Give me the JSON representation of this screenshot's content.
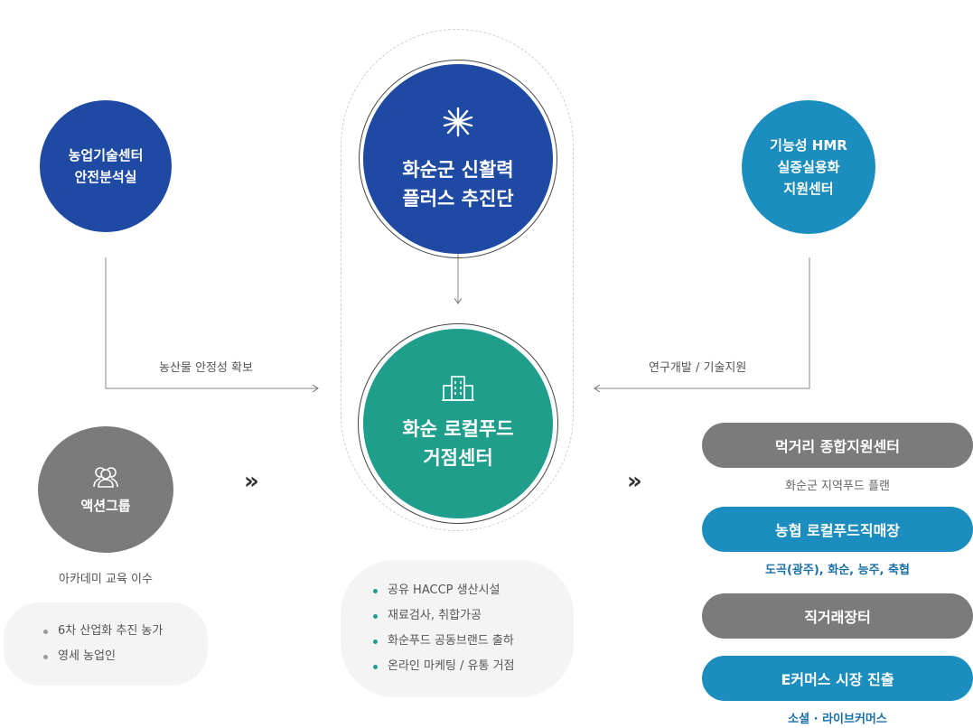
{
  "center": {
    "top": {
      "line1": "화순군 신활력",
      "line2": "플러스 추진단"
    },
    "hub": {
      "line1": "화순 로컬푸드",
      "line2": "거점센터"
    },
    "bullets": [
      "공유 HACCP 생산시설",
      "재료검사, 취합가공",
      "화순푸드 공동브랜드 출하",
      "온라인 마케팅 / 유통 거점"
    ]
  },
  "left": {
    "agri": {
      "line1": "농업기술센터",
      "line2": "안전분석실"
    },
    "arrow_label": "농산물 안정성 확보",
    "action": {
      "label": "액션그룹"
    },
    "action_sub": "아카데미 교육 이수",
    "bullets": [
      "6차 산업화 추진 농가",
      "영세 농업인"
    ]
  },
  "right": {
    "hmr": {
      "line1": "기능성 HMR",
      "line2": "실증실용화",
      "line3": "지원센터"
    },
    "arrow_label": "연구개발 / 기술지원",
    "outlets": [
      {
        "label": "먹거리 종합지원센터",
        "sub": "화순군 지역푸드 플랜"
      },
      {
        "label": "농협 로컬푸드직매장",
        "sub": "도곡(광주), 화순, 능주, 축협"
      },
      {
        "label": "직거래장터",
        "sub": ""
      },
      {
        "label": "E커머스 시장 진출",
        "sub": "소셜 · 라이브커머스"
      }
    ]
  },
  "chevrons": {
    "left": "»",
    "right": "»"
  },
  "colors": {
    "navy": "#1e4aa4",
    "blue": "#1b8dbf",
    "teal": "#1e9e8b",
    "gray": "#7b7b7b",
    "sub_blue": "#1a6fa8",
    "sub_gray": "#666666"
  }
}
